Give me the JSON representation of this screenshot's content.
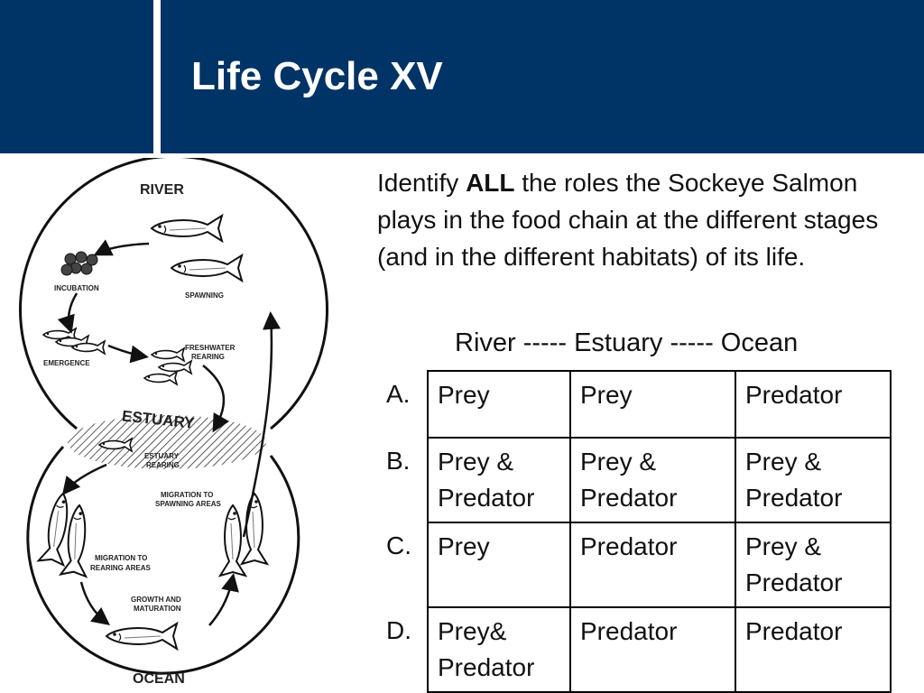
{
  "slide": {
    "title": "Life Cycle XV"
  },
  "diagram": {
    "river": "RIVER",
    "ocean": "OCEAN",
    "estuary": "ESTUARY",
    "labels": {
      "incubation": "INCUBATION",
      "spawning": "SPAWNING",
      "emergence": "EMERGENCE",
      "freshwater_1": "FRESHWATER",
      "freshwater_2": "REARING",
      "estuary_rearing_1": "ESTUARY",
      "estuary_rearing_2": "REARING",
      "migration_spawning_1": "MIGRATION TO",
      "migration_spawning_2": "SPAWNING AREAS",
      "migration_rearing_1": "MIGRATION TO",
      "migration_rearing_2": "REARING AREAS",
      "growth_1": "GROWTH AND",
      "growth_2": "MATURATION"
    }
  },
  "question": {
    "prefix": "Identify ",
    "emphasis": "ALL",
    "suffix": " the roles the Sockeye Salmon plays in the food chain at the different stages (and in the different habitats) of its life."
  },
  "habitats_line": "River ----- Estuary ----- Ocean",
  "options": [
    {
      "letter": "A.",
      "river": "Prey",
      "estuary": "Prey",
      "ocean": "Predator"
    },
    {
      "letter": "B.",
      "river": "Prey & Predator",
      "estuary": "Prey & Predator",
      "ocean": "Prey & Predator"
    },
    {
      "letter": "C.",
      "river": "Prey",
      "estuary": "Predator",
      "ocean": "Prey & Predator"
    },
    {
      "letter": "D.",
      "river": "Prey& Predator",
      "estuary": "Predator",
      "ocean": "Predator"
    }
  ]
}
